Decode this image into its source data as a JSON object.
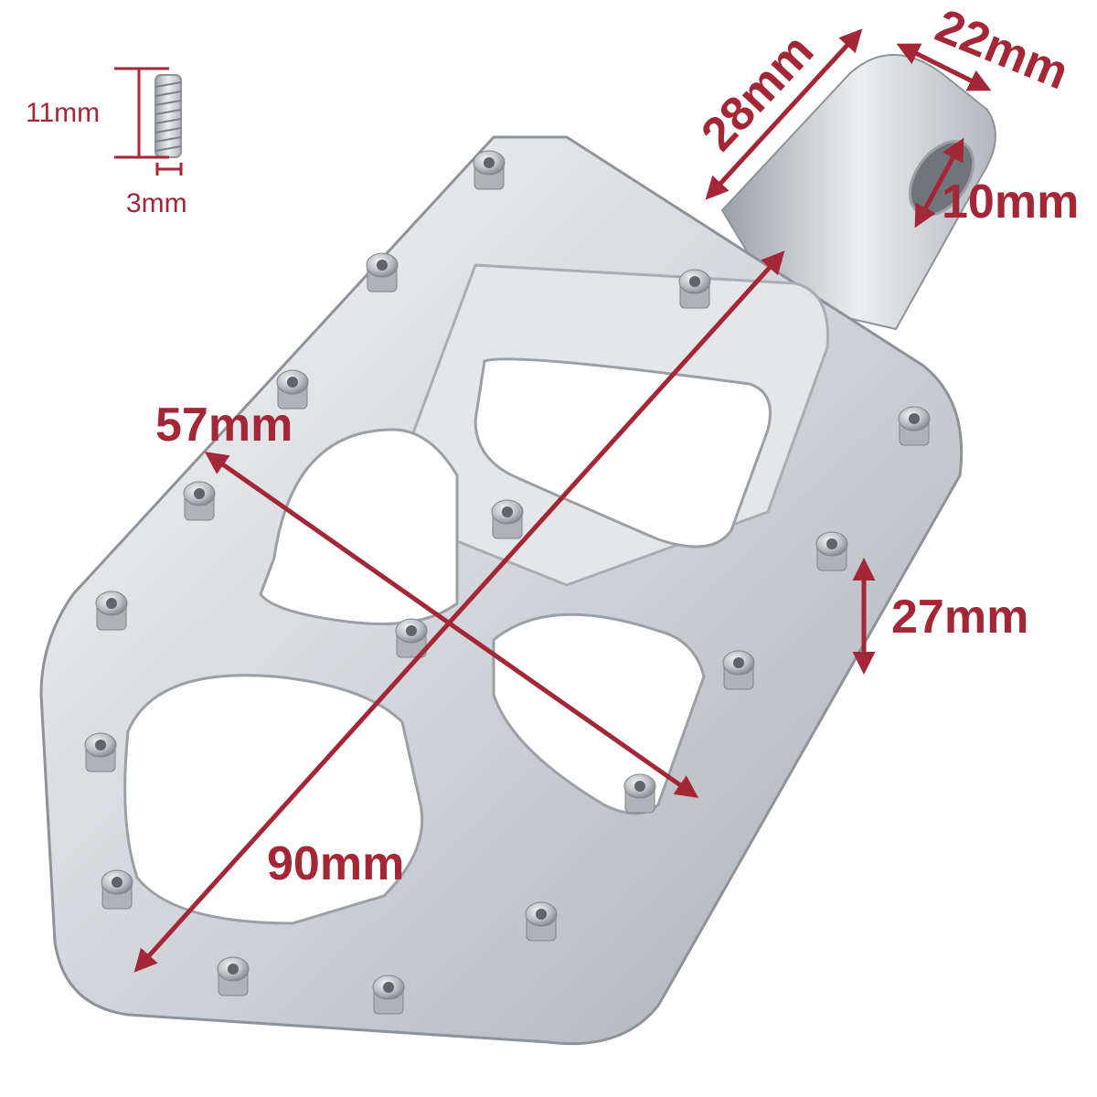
{
  "colors": {
    "annotation": "#a32736",
    "metal_light": "#eef0f2",
    "metal_mid": "#c3c7cc",
    "metal_dark": "#8d939a",
    "background": "#ffffff"
  },
  "screw": {
    "length_label": "11mm",
    "diameter_label": "3mm"
  },
  "dimensions": {
    "mount_length": "28mm",
    "mount_width": "22mm",
    "hole_diameter": "10mm",
    "width": "57mm",
    "length": "90mm",
    "height": "27mm"
  },
  "icons": {
    "product": "motorcycle-foot-peg-icon",
    "screw": "set-screw-icon"
  }
}
